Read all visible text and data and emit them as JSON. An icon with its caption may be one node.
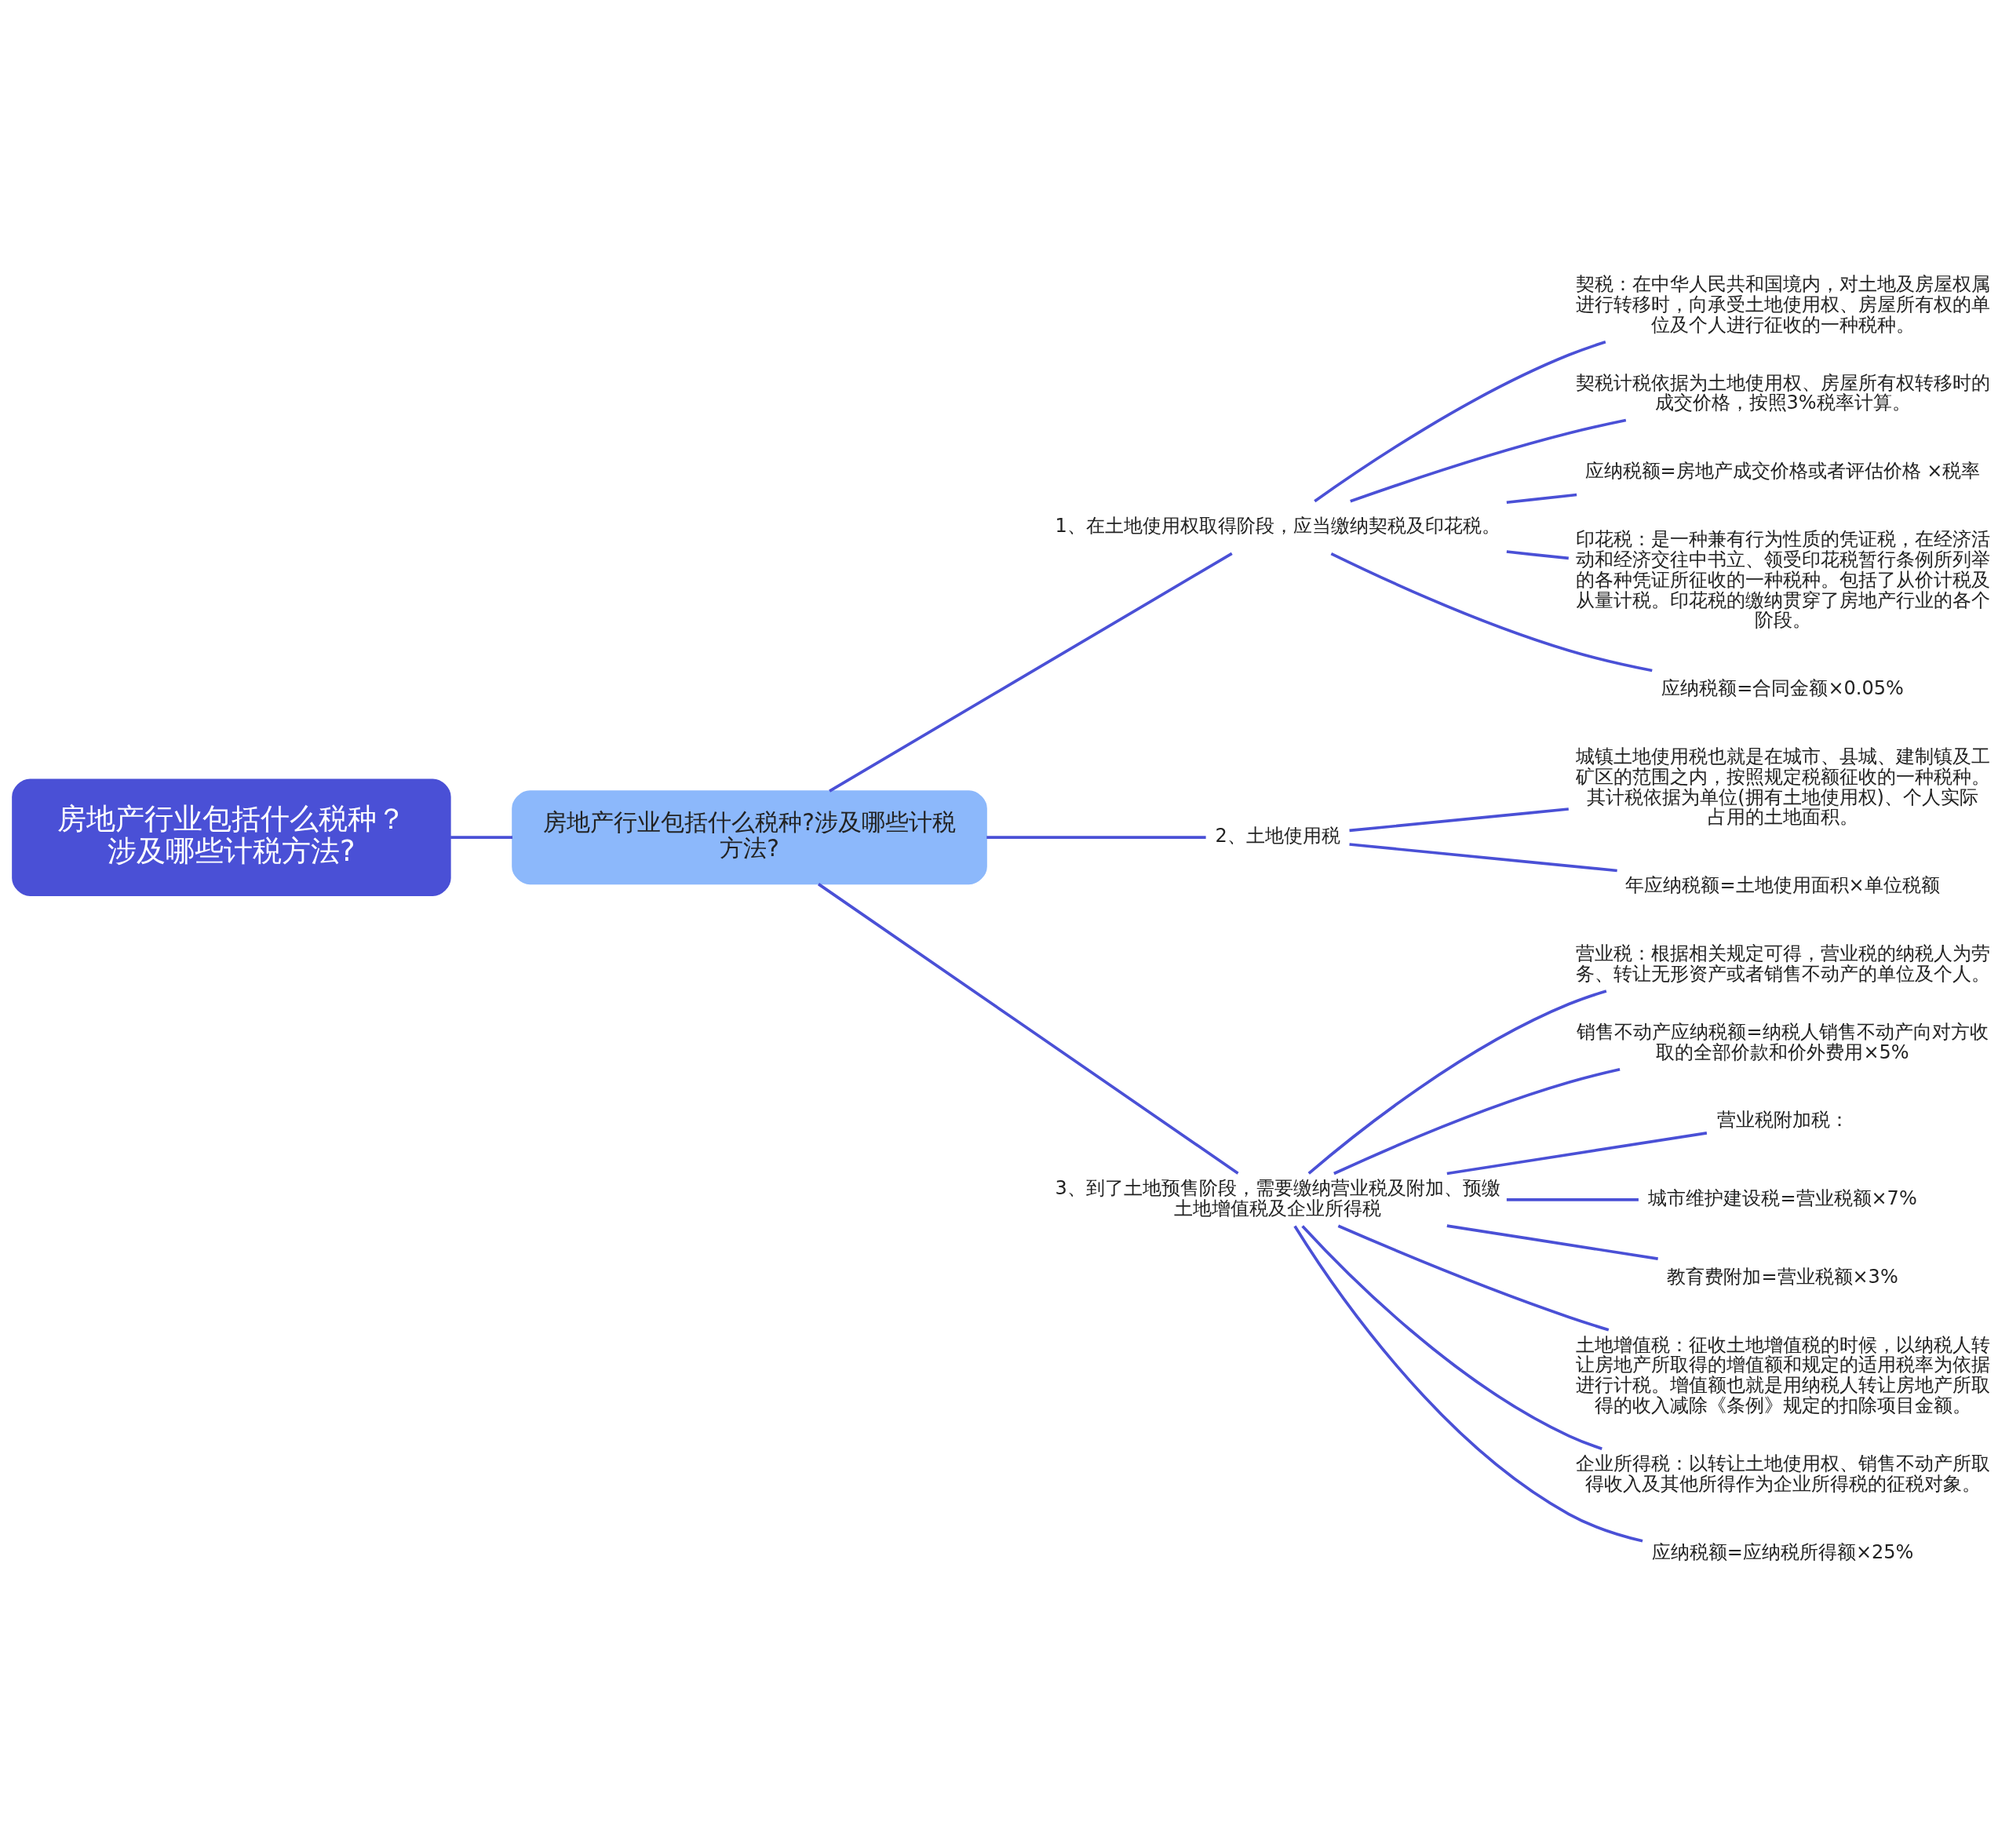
{
  "diagram": {
    "nodes": [
      {
        "text": [
          "房地产行业包括什么税种？涉及哪些计税方法?"
        ]
      },
      {
        "text": [
          "房地产行业包括什么税种?涉及哪些计税方法?"
        ]
      },
      {
        "text": [
          "1、在土地使用权取得阶段，应当缴纳契税及印花税。"
        ]
      },
      {
        "text": [
          "契税：在中华人民共和国境内，对土地及房屋权属进行转移时，向承受土地使用权、房屋所有权的单位及个人进行征收的一种税种。"
        ]
      },
      {
        "text": [
          "契税计税依据为土地使用权、房屋所有权转移时的成交价格，按照3%税率计算。"
        ]
      },
      {
        "text": [
          "应纳税额=房地产成交价格或者评估价格 ×税率"
        ]
      },
      {
        "text": [
          "印花税：是一种兼有行为性质的凭证税，在经济活动和经济交往中书立、领受印花税暂行条例所列举的各种凭证所征收的一种税种。包括了从价计税及从量计税。印花税的缴纳贯穿了房地产行业的各个阶段。"
        ]
      },
      {
        "text": [
          "应纳税额=合同金额×0.05%"
        ]
      },
      {
        "text": [
          "2、土地使用税"
        ]
      },
      {
        "text": [
          "城镇土地使用税也就是在城市、县城、建制镇及工矿区的范围之内，按照规定税额征收的一种税种。其计税依据为单位(拥有土地使用权)、个人实际占用的土地面积。"
        ]
      },
      {
        "text": [
          "年应纳税额=土地使用面积×单位税额"
        ]
      },
      {
        "text": [
          "3、到了土地预售阶段，需要缴纳营业税及附加、预缴土地增值税及企业所得税"
        ]
      },
      {
        "text": [
          "营业税：根据相关规定可得，营业税的纳税人为劳务、转让无形资产或者销售不动产的单位及个人。"
        ]
      },
      {
        "text": [
          "销售不动产应纳税额=纳税人销售不动产向对方收取的全部价款和价外费用×5%"
        ]
      },
      {
        "text": [
          "营业税附加税："
        ]
      },
      {
        "text": [
          "城市维护建设税=营业税额×7%"
        ]
      },
      {
        "text": [
          "教育费附加=营业税额×3%"
        ]
      },
      {
        "text": [
          "土地增值税：征收土地增值税的时候，以纳税人转让房地产所取得的增值额和规定的适用税率为依据进行计税。增值额也就是用纳税人转让房地产所取得的收入减除《条例》规定的扣除项目金额。"
        ]
      },
      {
        "text": [
          "企业所得税：以转让土地使用权、销售不动产所取得收入及其他所得作为企业所得税的征税对象。"
        ]
      },
      {
        "text": [
          "应纳税额=应纳税所得额×25%"
        ]
      }
    ],
    "edges": [
      {
        "from": 0,
        "to": 1,
        "arrow": "none"
      },
      {
        "from": 1,
        "to": 2,
        "arrow": "none"
      },
      {
        "from": 2,
        "to": 3,
        "arrow": "none"
      },
      {
        "from": 2,
        "to": 4,
        "arrow": "none"
      },
      {
        "from": 2,
        "to": 5,
        "arrow": "none"
      },
      {
        "from": 2,
        "to": 6,
        "arrow": "none"
      },
      {
        "from": 2,
        "to": 7,
        "arrow": "none"
      },
      {
        "from": 1,
        "to": 8,
        "arrow": "none"
      },
      {
        "from": 8,
        "to": 9,
        "arrow": "none"
      },
      {
        "from": 8,
        "to": 10,
        "arrow": "none"
      },
      {
        "from": 1,
        "to": 11,
        "arrow": "none"
      },
      {
        "from": 11,
        "to": 12,
        "arrow": "none"
      },
      {
        "from": 11,
        "to": 13,
        "arrow": "none"
      },
      {
        "from": 11,
        "to": 14,
        "arrow": "none"
      },
      {
        "from": 11,
        "to": 15,
        "arrow": "none"
      },
      {
        "from": 11,
        "to": 16,
        "arrow": "none"
      },
      {
        "from": 11,
        "to": 17,
        "arrow": "none"
      },
      {
        "from": 11,
        "to": 18,
        "arrow": "none"
      },
      {
        "from": 11,
        "to": 19,
        "arrow": "none"
      }
    ]
  }
}
